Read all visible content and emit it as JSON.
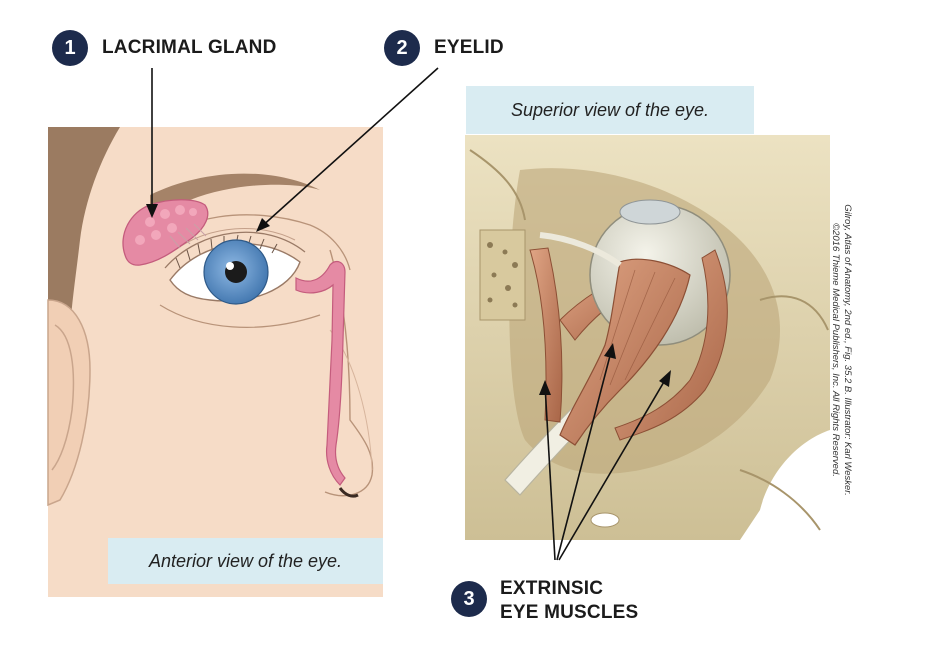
{
  "callouts": [
    {
      "number": "1",
      "label": "LACRIMAL GLAND"
    },
    {
      "number": "2",
      "label": "EYELID"
    },
    {
      "number": "3",
      "label_line1": "EXTRINSIC",
      "label_line2": "EYE MUSCLES"
    }
  ],
  "captions": {
    "superior": "Superior view of the eye.",
    "anterior": "Anterior view of the eye."
  },
  "credit": {
    "line1": "Gilroy, Atlas of Anatomy, 2nd ed., Fig. 35.2 B. Illustrator: Karl Wesker.",
    "line2": "©2016 Thieme Medical Publishers, Inc. All Rights Reserved."
  },
  "colors": {
    "badge": "#1d2b4c",
    "caption_bg": "#d9ecf2",
    "skin": "#f6dcc7",
    "hair": "#9b7b61",
    "gland": "#e58aa4",
    "iris": "#5b8fc4",
    "muscle": "#c98a66",
    "bone": "#e3d6b0"
  }
}
